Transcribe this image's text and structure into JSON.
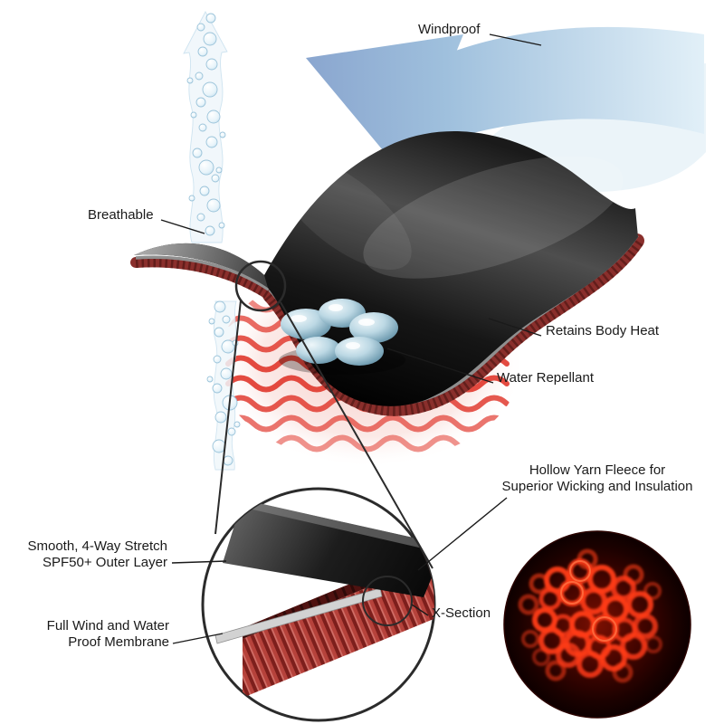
{
  "labels": {
    "windproof": "Windproof",
    "breathable": "Breathable",
    "retains_heat": "Retains Body Heat",
    "water_repellant": "Water Repellant",
    "hollow_yarn_line1": "Hollow Yarn Fleece for",
    "hollow_yarn_line2": "Superior Wicking and Insulation",
    "outer_layer_line1": "Smooth, 4-Way Stretch",
    "outer_layer_line2": "SPF50+ Outer Layer",
    "membrane_line1": "Full Wind and Water",
    "membrane_line2": "Proof Membrane",
    "x_section": "X-Section"
  },
  "colors": {
    "line_color": "#1a1a1a",
    "heat_red": "#e13b30",
    "heat_glow": "#f3b8b2",
    "underside_red": "#8a2f2c",
    "fleece_red": "#b6423b",
    "fleece_dark": "#4f1210",
    "membrane_gray": "#d2d2d2",
    "fabric_black": "#111111",
    "arrow_blue": "#8fb0d6",
    "arrow_light": "#d6e9f5",
    "bubble_blue": "#9cc4da",
    "yarn_glow": "#ff3b16"
  }
}
